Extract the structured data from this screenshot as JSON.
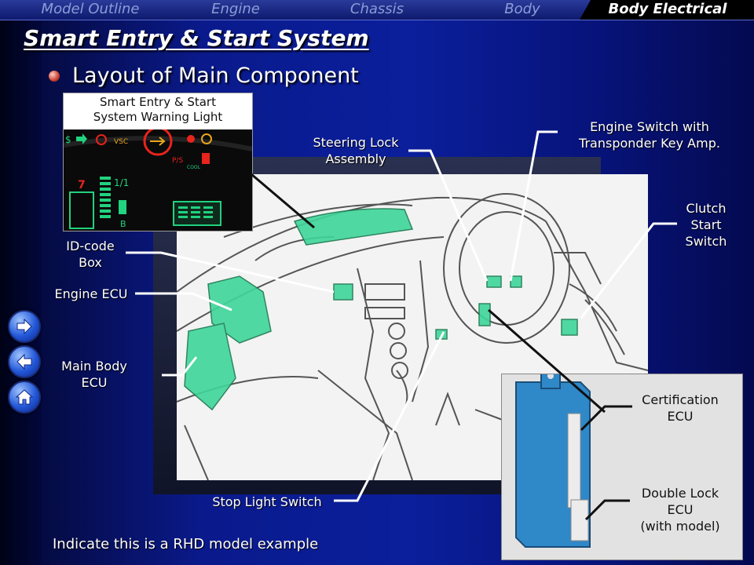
{
  "nav": {
    "tabs": [
      {
        "label": "Model Outline"
      },
      {
        "label": "Engine"
      },
      {
        "label": "Chassis"
      },
      {
        "label": "Body"
      },
      {
        "label": "Body Electrical"
      }
    ]
  },
  "header": {
    "title": "Smart Entry & Start System",
    "subtitle": "Layout of Main Component"
  },
  "callouts": {
    "warning_light": [
      "Smart Entry & Start",
      "System Warning Light"
    ],
    "steering_lock": [
      "Steering Lock",
      "Assembly"
    ],
    "engine_switch": [
      "Engine Switch with",
      "Transponder Key Amp."
    ],
    "clutch_start": [
      "Clutch",
      "Start",
      "Switch"
    ],
    "id_code_box": [
      "ID-code",
      "Box"
    ],
    "engine_ecu": [
      "Engine ECU"
    ],
    "main_body_ecu": [
      "Main Body",
      "ECU"
    ],
    "certification_ecu": [
      "Certification",
      "ECU"
    ],
    "double_lock_ecu": [
      "Double Lock",
      "ECU",
      "(with model)"
    ],
    "stop_light_switch": [
      "Stop Light Switch"
    ]
  },
  "cluster": {
    "symbols": [
      "$",
      "VSC",
      "P/S",
      "COOL",
      "1/1",
      "7",
      "B"
    ]
  },
  "note": "Indicate this is a RHD model example",
  "colors": {
    "accent_red": "#e8241c",
    "component_green": "#3fd69a",
    "ecu_blue": "#2f88c8"
  }
}
